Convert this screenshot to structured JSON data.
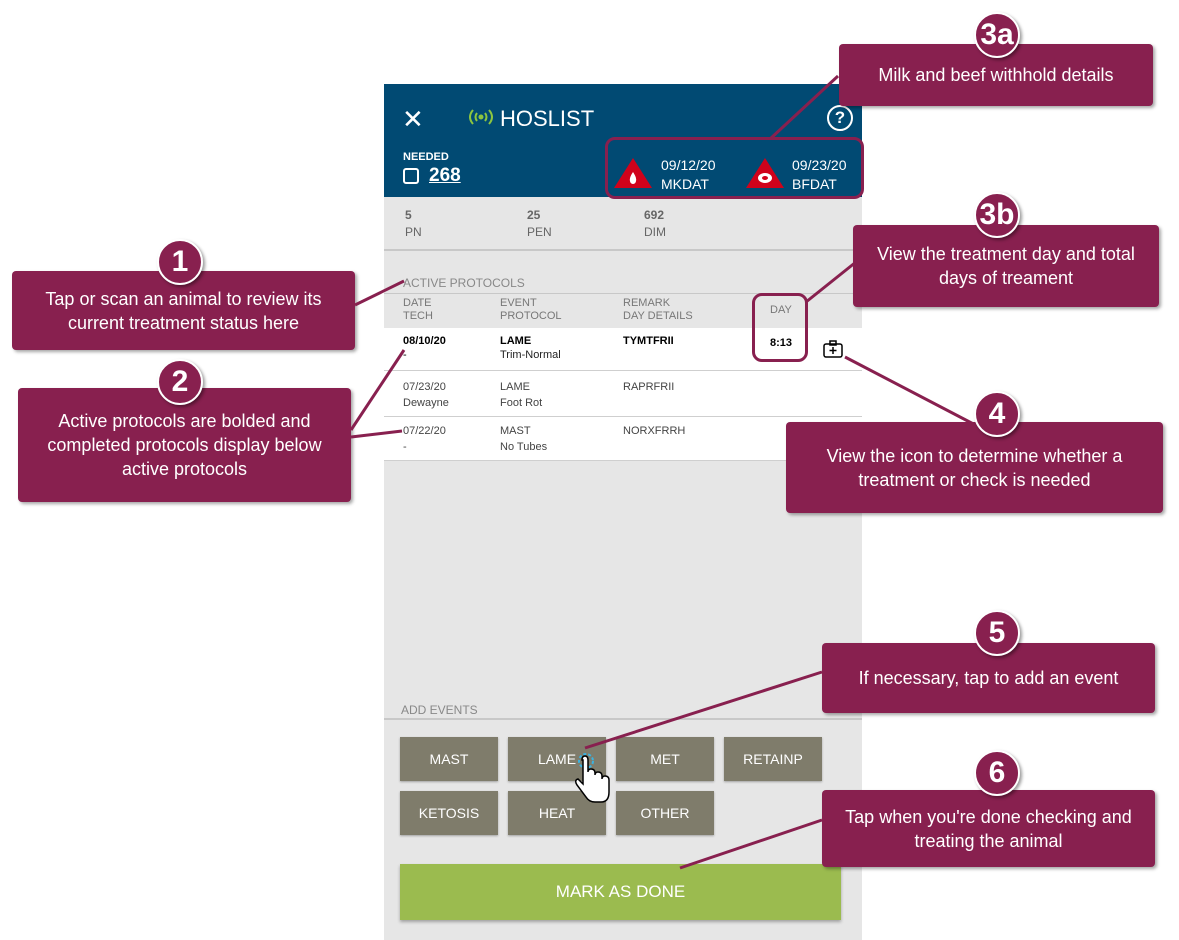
{
  "header": {
    "title": "HOSLIST",
    "needed_label": "NEEDED",
    "needed_value": "268",
    "withhold": [
      {
        "date": "09/12/20",
        "label": "MKDAT"
      },
      {
        "date": "09/23/20",
        "label": "BFDAT"
      }
    ]
  },
  "stats": [
    {
      "value": "5",
      "label": "PN"
    },
    {
      "value": "25",
      "label": "PEN"
    },
    {
      "value": "692",
      "label": "DIM"
    }
  ],
  "protocols": {
    "section_label": "ACTIVE PROTOCOLS",
    "columns": {
      "date": "DATE",
      "tech": "TECH",
      "event": "EVENT",
      "protocol": "PROTOCOL",
      "remark": "REMARK",
      "details": "DAY DETAILS",
      "day": "DAY"
    },
    "rows": [
      {
        "date": "08/10/20",
        "tech": "-",
        "event": "LAME",
        "protocol": "Trim-Normal",
        "remark": "TYMTFRII",
        "day": "8:13",
        "active": true
      },
      {
        "date": "07/23/20",
        "tech": "Dewayne",
        "event": "LAME",
        "protocol": "Foot Rot",
        "remark": "RAPRFRII",
        "day": ""
      },
      {
        "date": "07/22/20",
        "tech": "-",
        "event": "MAST",
        "protocol": "No Tubes",
        "remark": "NORXFRRH",
        "day": ""
      }
    ]
  },
  "add_events": {
    "label": "ADD EVENTS",
    "buttons": [
      "MAST",
      "LAME",
      "MET",
      "RETAINP",
      "KETOSIS",
      "HEAT",
      "OTHER"
    ]
  },
  "done_button": "MARK AS DONE",
  "callouts": {
    "c3a": {
      "badge": "3a",
      "text": "Milk and beef withhold details"
    },
    "c3b": {
      "badge": "3b",
      "text": "View the treatment day and total days of treament"
    },
    "c1": {
      "badge": "1",
      "text": "Tap or scan an animal to review its current treatment status here"
    },
    "c2": {
      "badge": "2",
      "text": "Active protocols are bolded and completed protocols display below active protocols"
    },
    "c4": {
      "badge": "4",
      "text": "View the icon to determine whether a treatment or check is needed"
    },
    "c5": {
      "badge": "5",
      "text": "If necessary, tap to add an event"
    },
    "c6": {
      "badge": "6",
      "text": "Tap when you're done checking and treating the animal"
    }
  },
  "colors": {
    "header": "#014a73",
    "callout": "#88204f",
    "done": "#9bbb4f",
    "button": "#7f7c6b",
    "alert": "#d0021b"
  }
}
